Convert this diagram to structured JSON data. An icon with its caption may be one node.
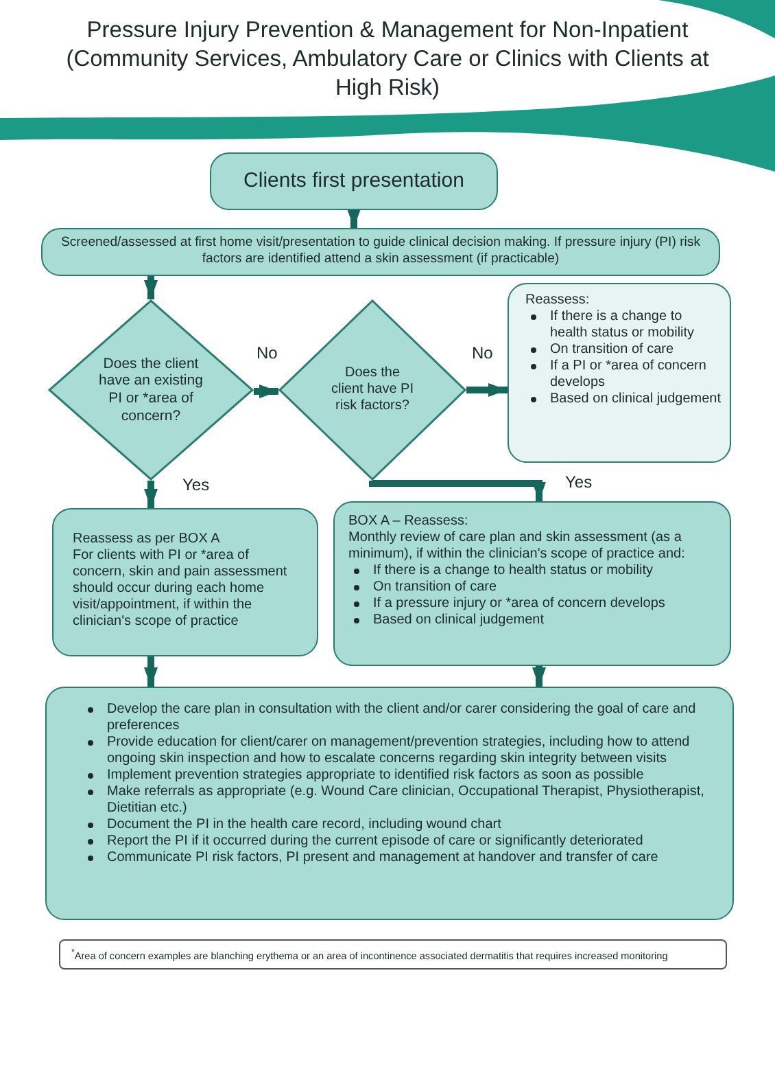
{
  "diagram": {
    "title": "Pressure Injury Prevention & Management for Non-Inpatient (Community Services, Ambulatory Care or Clinics with Clients at High Risk)",
    "nodes": [
      {
        "text": [
          "Clients first presentation"
        ]
      },
      {
        "text": [
          "Screened/assessed at first home visit/presentation to guide clinical decision making. If pressure injury (PI) risk factors are identified attend a skin assessment (if practicable)"
        ]
      },
      {
        "text": [
          "Does the client have an existing PI or *area of concern?"
        ]
      },
      {
        "text": [
          "Does the client have PI risk factors?"
        ]
      },
      {
        "text": [
          "Reassess:",
          "If there is a change to health status or mobility",
          "On transition of care",
          "If a PI or *area of concern develops",
          "Based on clinical judgement"
        ]
      },
      {
        "text": [
          "Reassess as per BOX A",
          "For clients with PI or *area of concern, skin and pain assessment should occur during each home visit/appointment, if within the clinician's scope of practice"
        ]
      },
      {
        "text": [
          "BOX A – Reassess:",
          "Monthly review of care plan and skin assessment (as a minimum), if within the clinician's scope of practice and:",
          "If there is a change to health status or mobility",
          "On transition of care",
          "If a pressure injury or *area of concern develops",
          "Based on clinical judgement"
        ]
      },
      {
        "text": [
          "Develop the care plan in consultation with the client and/or carer considering the goal of care and preferences",
          "Provide education for client/carer on management/prevention strategies, including how to attend ongoing skin inspection and how to escalate concerns regarding skin integrity between visits",
          "Implement prevention strategies appropriate to identified risk factors as soon as possible",
          "Make referrals as appropriate (e.g. Wound Care clinician, Occupational Therapist, Physiotherapist, Dietitian etc.)",
          "Document the PI in the health care record, including wound chart",
          "Report the PI if it occurred during the current episode of care or significantly deteriorated",
          "Communicate PI risk factors, PI present and management at handover and transfer of care"
        ]
      },
      {
        "text": [
          "$^{*}$Area of concern examples are blanching erythema or an area of incontinence associated dermatitis that requires increased monitoring"
        ]
      }
    ],
    "edges": [
      {
        "from": 0,
        "to": 1,
        "arrow": "to"
      },
      {
        "from": 1,
        "to": 2,
        "arrow": "to"
      },
      {
        "from": 2,
        "to": 3,
        "arrow": "to",
        "label": "No"
      },
      {
        "from": 3,
        "to": 4,
        "arrow": "to",
        "label": "No"
      },
      {
        "from": 2,
        "to": 5,
        "arrow": "to",
        "label": "Yes"
      },
      {
        "from": 3,
        "to": 6,
        "arrow": "to",
        "label": "Yes"
      },
      {
        "from": 5,
        "to": 7,
        "arrow": "to"
      },
      {
        "from": 6,
        "to": 7,
        "arrow": "to"
      }
    ]
  }
}
